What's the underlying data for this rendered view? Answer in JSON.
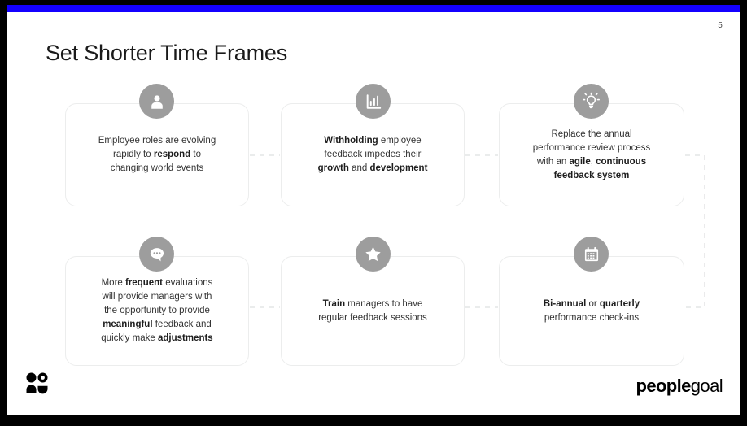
{
  "slide": {
    "title": "Set Shorter Time Frames",
    "page_number": "5",
    "accent_color": "#1400ff",
    "icon_circle_color": "#9d9d9d",
    "card_border_color": "#eceded",
    "background_color": "#ffffff",
    "frame_color": "#000000"
  },
  "cards": [
    {
      "icon": "person-icon",
      "text_plain": "Employee roles are evolving rapidly to respond to changing world events",
      "text_html": "Employee roles are evolving<br>rapidly to <b>respond</b> to<br>changing world events"
    },
    {
      "icon": "bar-chart-icon",
      "text_plain": "Withholding employee feedback impedes their growth and development",
      "text_html": "<b>Withholding</b> employee<br>feedback impedes their<br><b>growth</b> and <b>development</b>"
    },
    {
      "icon": "lightbulb-icon",
      "text_plain": "Replace the annual performance review process with an agile, continuous feedback system",
      "text_html": "Replace the annual<br>performance review process<br>with an <b>agile</b>, <b>continuous</b><br><b>feedback system</b>"
    },
    {
      "icon": "speech-bubble-icon",
      "text_plain": "More frequent evaluations will provide managers with the opportunity to provide meaningful feedback and quickly make adjustments",
      "text_html": "More <b>frequent</b> evaluations<br>will provide managers with<br>the opportunity to provide<br><b>meaningful</b> feedback and<br>quickly make <b>adjustments</b>"
    },
    {
      "icon": "star-icon",
      "text_plain": "Train managers to have regular feedback sessions",
      "text_html": "<b>Train</b> managers to have<br>regular feedback sessions"
    },
    {
      "icon": "calendar-icon",
      "text_plain": "Bi-annual or quarterly performance check-ins",
      "text_html": "<b>Bi-annual</b> or <b>quarterly</b><br>performance check-ins"
    }
  ],
  "footer": {
    "logo_mark_icon": "people-logo-icon",
    "wordmark_bold": "people",
    "wordmark_light": "goal"
  }
}
